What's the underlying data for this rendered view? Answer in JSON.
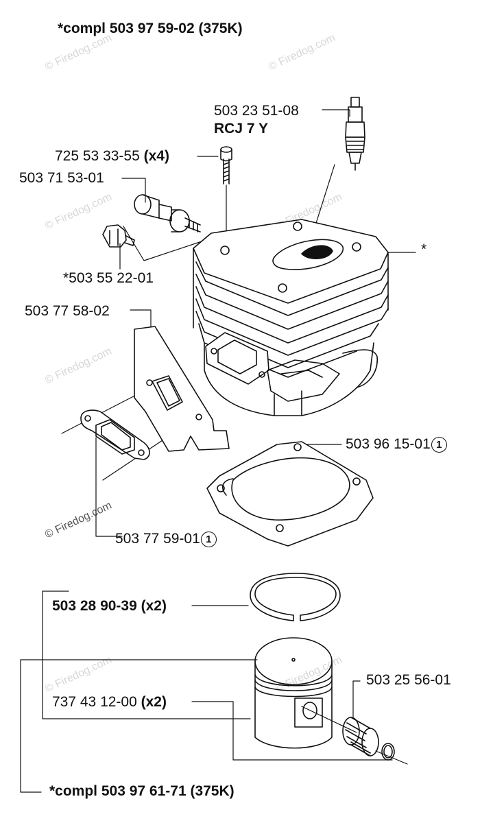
{
  "watermark": "© Firedog.com",
  "labels": {
    "cylinder_assembly": "*compl 503 97 59-02 (375K)",
    "spark_plug_part": "503 23 51-08",
    "spark_plug_type": "RCJ 7 Y",
    "screw_part": "725 53 33-55",
    "screw_qty": "(x4)",
    "decompression_valve": "503 71 53-01",
    "nut": "*503 55 22-01",
    "plate": "503 77 58-02",
    "cylinder_gasket": "503 96 15-01",
    "exhaust_gasket": "503 77 59-01",
    "piston_ring": "503 28 90-39 (x2)",
    "needle_bearing": "503 25 56-01",
    "circlip_part": "737 43 12-00",
    "circlip_qty": "(x2)",
    "piston_assembly": "*compl 503 97 61-71 (375K)",
    "cylinder_star": "*",
    "note_mark": "1"
  }
}
